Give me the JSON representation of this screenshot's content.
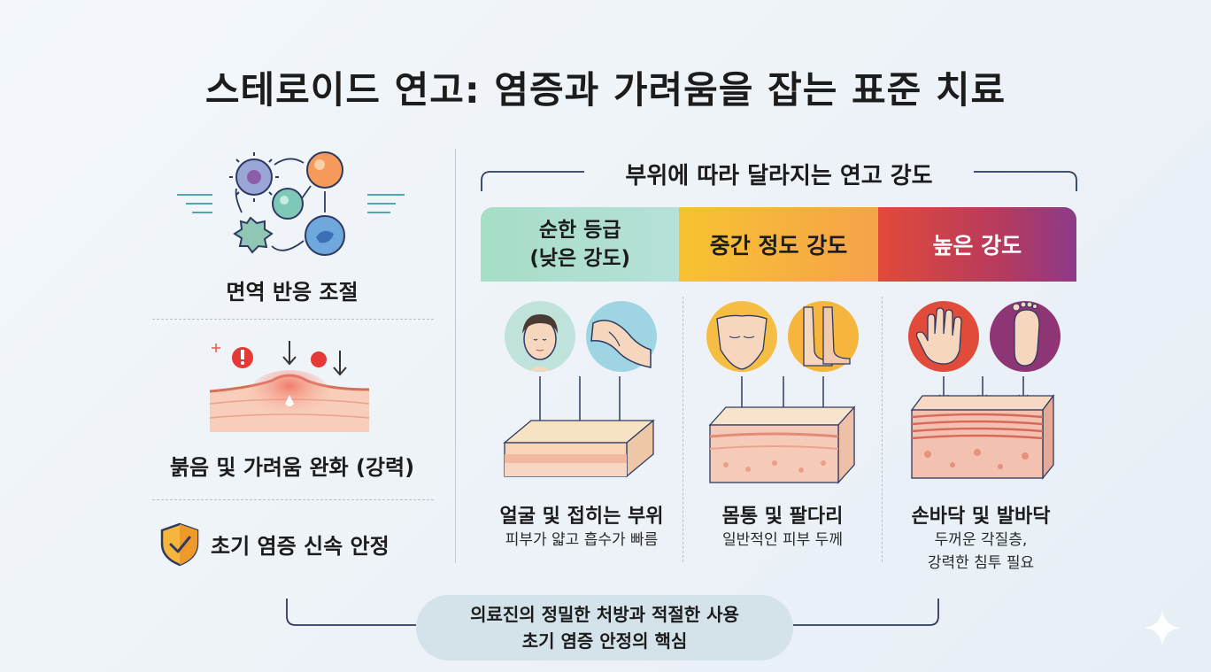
{
  "title": "스테로이드 연고: 염증과 가려움을 잡는 표준 치료",
  "benefits": [
    {
      "label": "면역 반응 조절",
      "icon": "immune-cells-icon"
    },
    {
      "label": "붉음 및 가려움 완화 (강력)",
      "icon": "skin-inflammation-icon"
    },
    {
      "label": "초기 염증 신속 안정",
      "icon": "shield-check-icon"
    }
  ],
  "section_title": "부위에 따라 달라지는 연고 강도",
  "potency_levels": [
    {
      "label_line1": "순한 등급",
      "label_line2": "(낮은 강도)",
      "area": "얼굴 및 접히는 부위",
      "desc": [
        "피부가 얇고 흡수가 빠름"
      ],
      "icons": [
        "face-icon",
        "skin-fold-icon"
      ]
    },
    {
      "label_line1": "중간 정도 강도",
      "label_line2": "",
      "area": "몸통 및 팔다리",
      "desc": [
        "일반적인 피부 두께"
      ],
      "icons": [
        "torso-icon",
        "legs-icon"
      ]
    },
    {
      "label_line1": "높은 강도",
      "label_line2": "",
      "area": "손바닥 및 발바닥",
      "desc": [
        "두꺼운 각질층,",
        "강력한 침투 필요"
      ],
      "icons": [
        "palm-icon",
        "foot-icon"
      ]
    }
  ],
  "bottom_note": [
    "의료진의 정밀한 처방과 적절한 사용",
    "초기 염증 안정의 핵심"
  ],
  "colors": {
    "mild": "#a6dec6",
    "medium": "#f6b03a",
    "strong": "#c8424f",
    "accent_red": "#e53935"
  }
}
